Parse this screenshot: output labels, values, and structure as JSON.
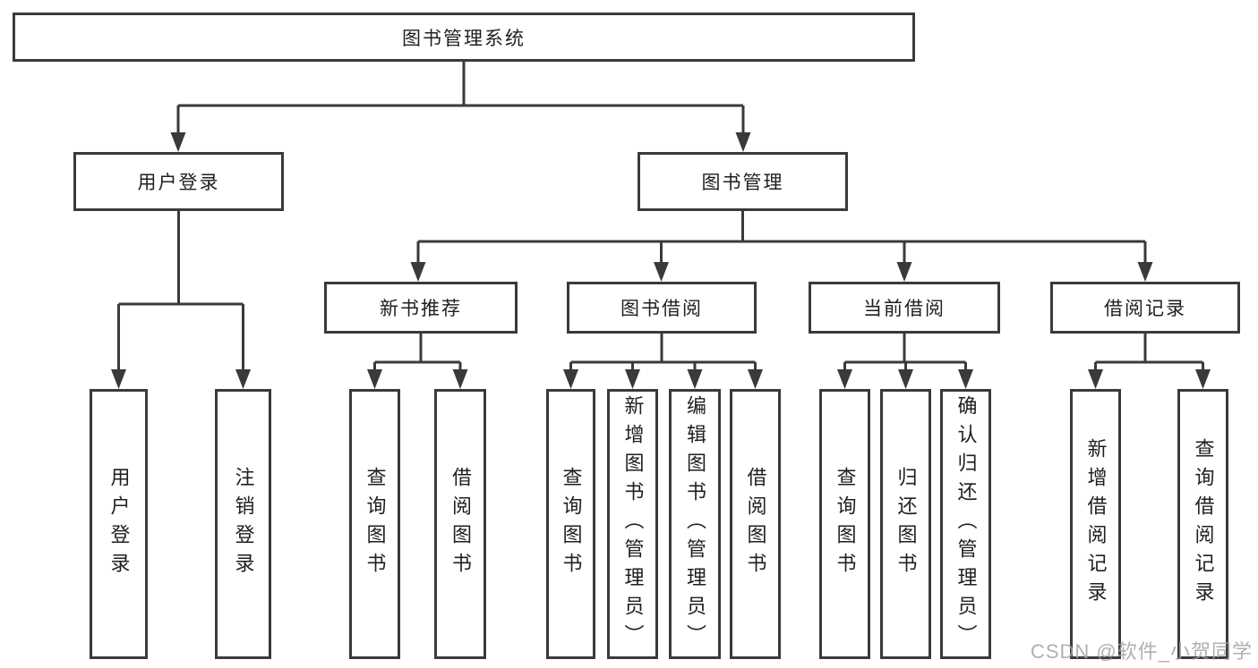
{
  "diagram": {
    "root": "图书管理系统",
    "level2": [
      "用户登录",
      "图书管理"
    ],
    "level3": [
      "新书推荐",
      "图书借阅",
      "当前借阅",
      "借阅记录"
    ],
    "leaves_user_login": [
      "用户登录",
      "注销登录"
    ],
    "leaves_new_book": [
      "查询图书",
      "借阅图书"
    ],
    "leaves_book_borrow": [
      "查询图书",
      "新增图书（管理员）",
      "编辑图书（管理员）",
      "借阅图书"
    ],
    "leaves_current_borrow": [
      "查询图书",
      "归还图书",
      "确认归还（管理员）"
    ],
    "leaves_borrow_records": [
      "新增借阅记录",
      "查询借阅记录"
    ],
    "watermark": "CSDN @软件_小贺同学",
    "colors": {
      "line": "#3a3a3a",
      "box_border": "#3a3a3a",
      "text": "#1f1f1f",
      "watermark": "#a3a3a3",
      "background": "#ffffff"
    }
  }
}
